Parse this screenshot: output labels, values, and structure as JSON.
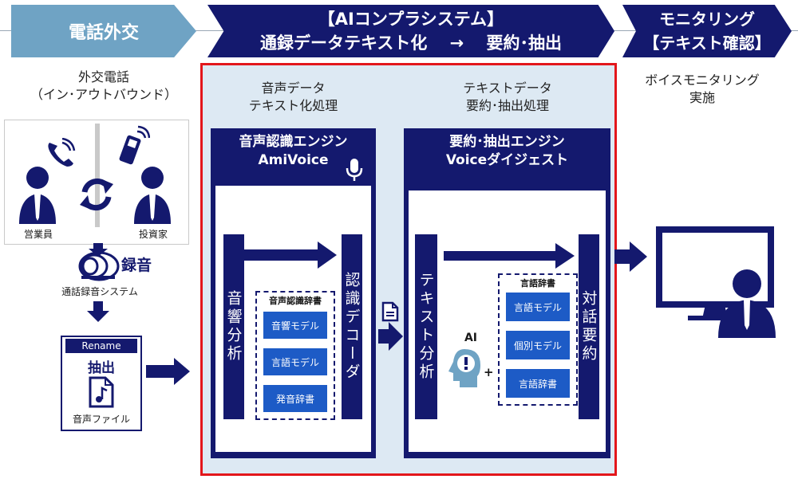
{
  "header": {
    "step1": "電話外交",
    "step2_line1": "【AIコンプラシステム】",
    "step2_line2": "通録データテキスト化　 →　 要約･抽出",
    "step3_line1": "モニタリング",
    "step3_line2": "【テキスト確認】"
  },
  "left": {
    "caption_line1": "外交電話",
    "caption_line2": "（イン･アウトバウンド）",
    "person_left": "営業員",
    "person_right": "投資家",
    "recording": "録音",
    "recording_system": "通話録音システム",
    "file_badge": "Rename",
    "file_title": "抽出",
    "file_label": "音声ファイル"
  },
  "middle": {
    "caption1_line1": "音声データ",
    "caption1_line2": "テキスト化処理",
    "caption2_line1": "テキストデータ",
    "caption2_line2": "要約･抽出処理",
    "engine1": {
      "title_line1": "音声認識エンジン",
      "title_line2": "AmiVoice",
      "left_bar": "音響分析",
      "right_bar": "認識デコーダ",
      "dict_title": "音声認識辞書",
      "modules": [
        "音響モデル",
        "言語モデル",
        "発音辞書"
      ]
    },
    "engine2": {
      "title_line1": "要約･抽出エンジン",
      "title_line2": "Voiceダイジェスト",
      "left_bar": "テキスト分析",
      "right_bar": "対話要約",
      "ai_label": "AI",
      "plus": "+",
      "dict_title": "言語辞書",
      "modules": [
        "言語モデル",
        "個別モデル",
        "言語辞書"
      ]
    }
  },
  "right": {
    "caption_line1": "ボイスモニタリング",
    "caption_line2": "実施"
  },
  "colors": {
    "navy": "#14196e",
    "header_light": "#6fa3c4",
    "module_blue": "#1d5bc6",
    "frame_red": "#e3161b",
    "panel_bg": "#dde9f3"
  }
}
